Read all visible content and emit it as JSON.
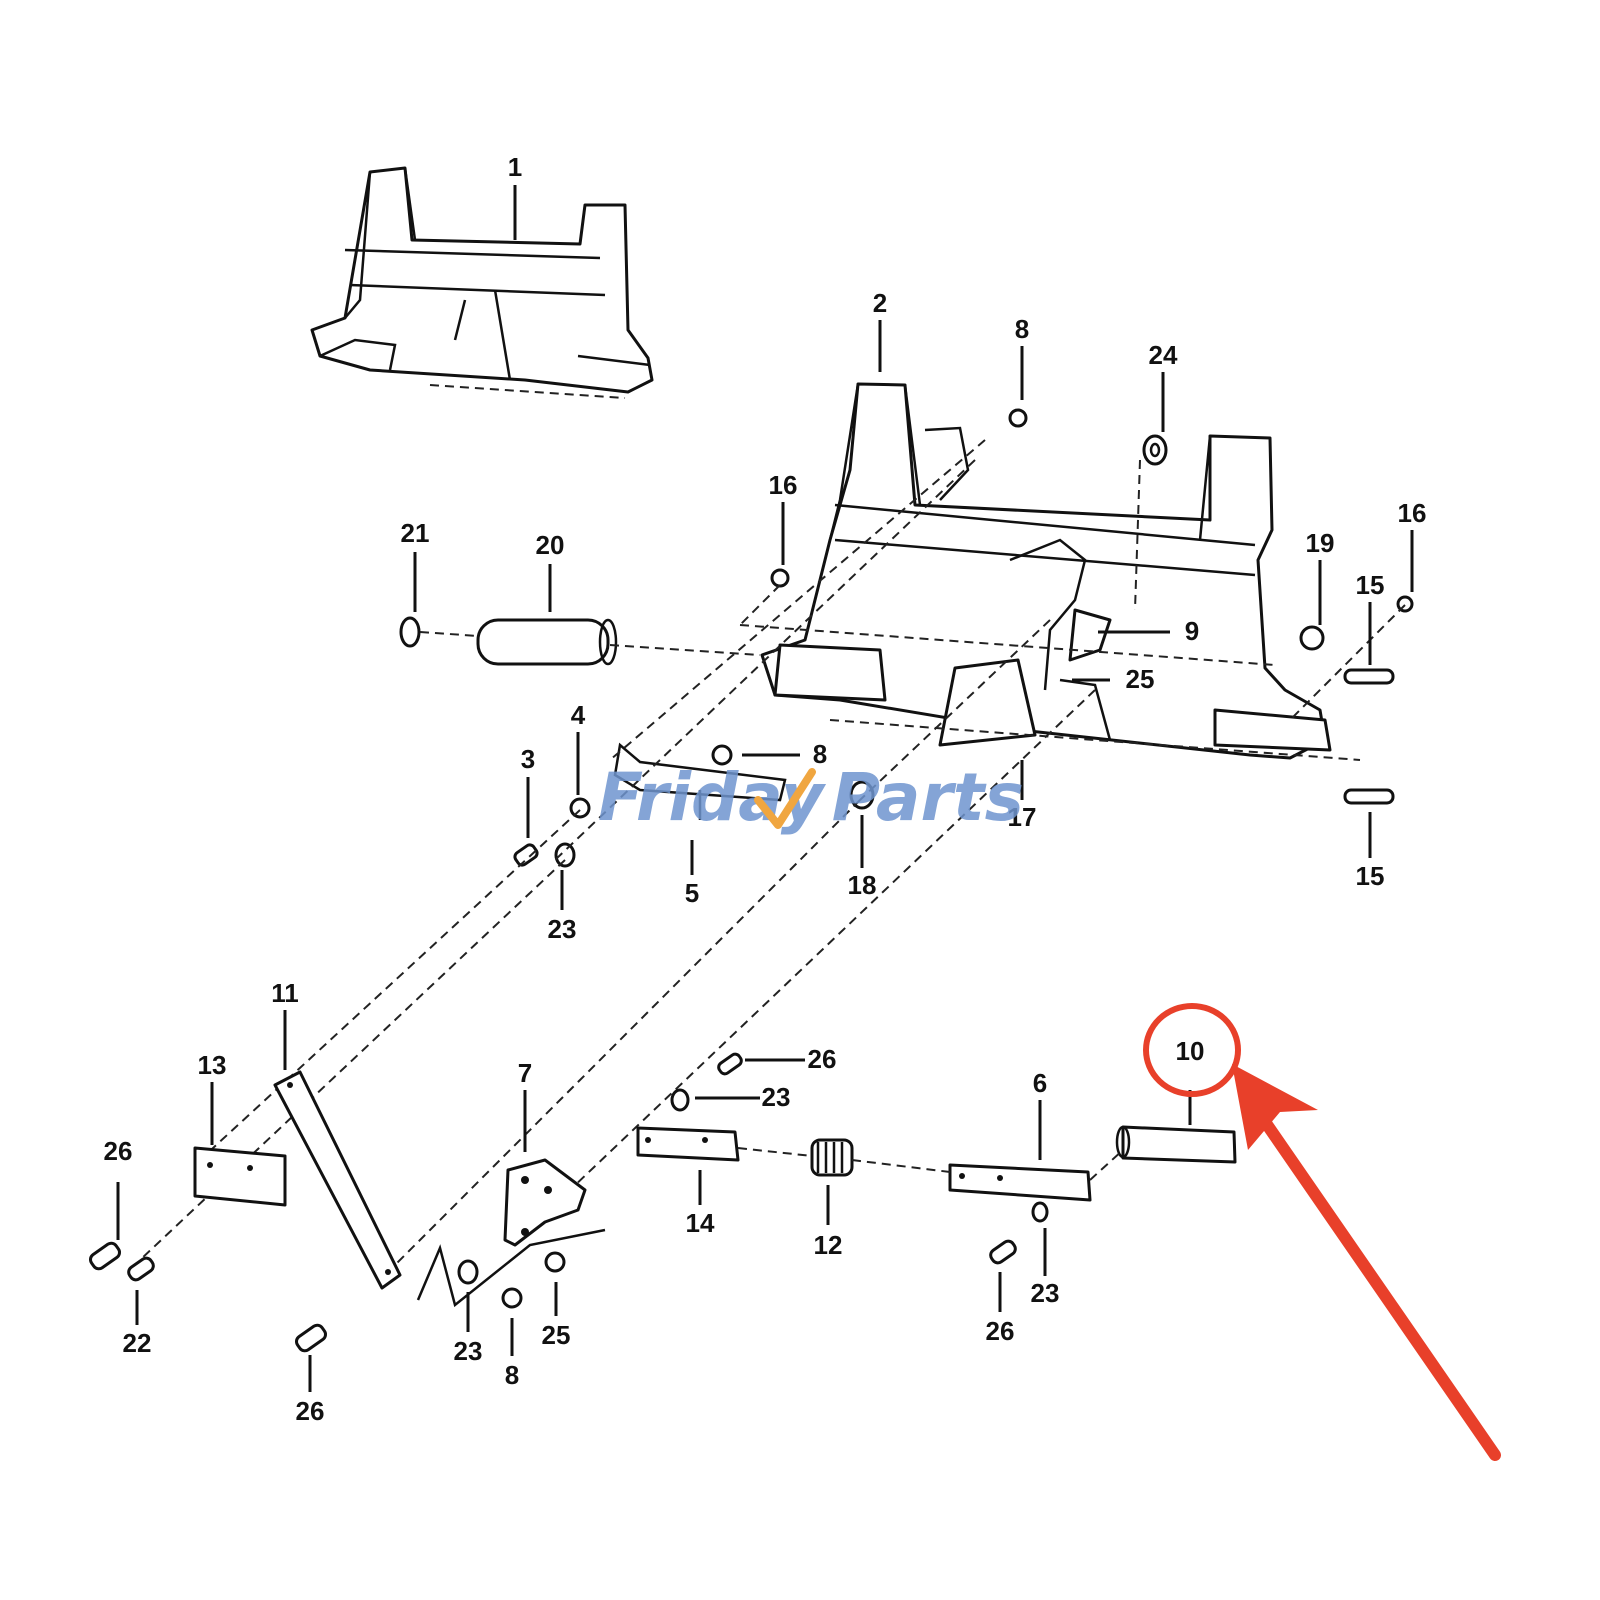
{
  "watermark": {
    "brand_part1": "Friday",
    "brand_part2": "Parts",
    "accent_color": "#f0a640",
    "text_color": "#6f95cf"
  },
  "highlight": {
    "color": "#e8402a",
    "target_callout": "10"
  },
  "callouts": {
    "c1": "1",
    "c2": "2",
    "c3": "3",
    "c4": "4",
    "c5": "5",
    "c6": "6",
    "c7": "7",
    "c8a": "8",
    "c8b": "8",
    "c8c": "8",
    "c9": "9",
    "c10": "10",
    "c11": "11",
    "c12": "12",
    "c13": "13",
    "c14": "14",
    "c15a": "15",
    "c15b": "15",
    "c16a": "16",
    "c16b": "16",
    "c17": "17",
    "c18": "18",
    "c19": "19",
    "c20": "20",
    "c21": "21",
    "c22": "22",
    "c23a": "23",
    "c23b": "23",
    "c23c": "23",
    "c23d": "23",
    "c24": "24",
    "c25a": "25",
    "c25b": "25",
    "c26a": "26",
    "c26b": "26",
    "c26c": "26",
    "c26d": "26"
  }
}
